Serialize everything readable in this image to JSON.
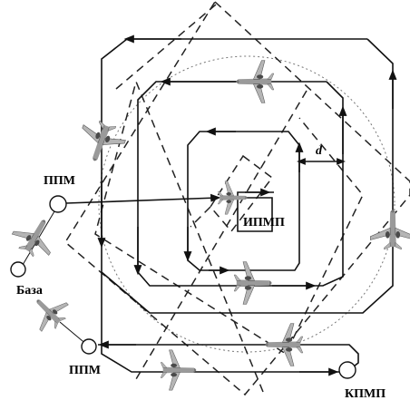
{
  "labels": {
    "ppm_start": "ППМ",
    "base": "База",
    "ppm_end": "ППМ",
    "ipmp": "ИПМП",
    "kpmp": "КПМП",
    "d": "d"
  },
  "colors": {
    "track": "#111111",
    "dashed": "#222222",
    "dotted_circle": "#777777",
    "aircraft_body": "#8a8a8a",
    "aircraft_dark": "#4a4a4a"
  },
  "icons": [
    "aircraft-icon",
    "point-circle-icon",
    "arrowhead-icon"
  ]
}
